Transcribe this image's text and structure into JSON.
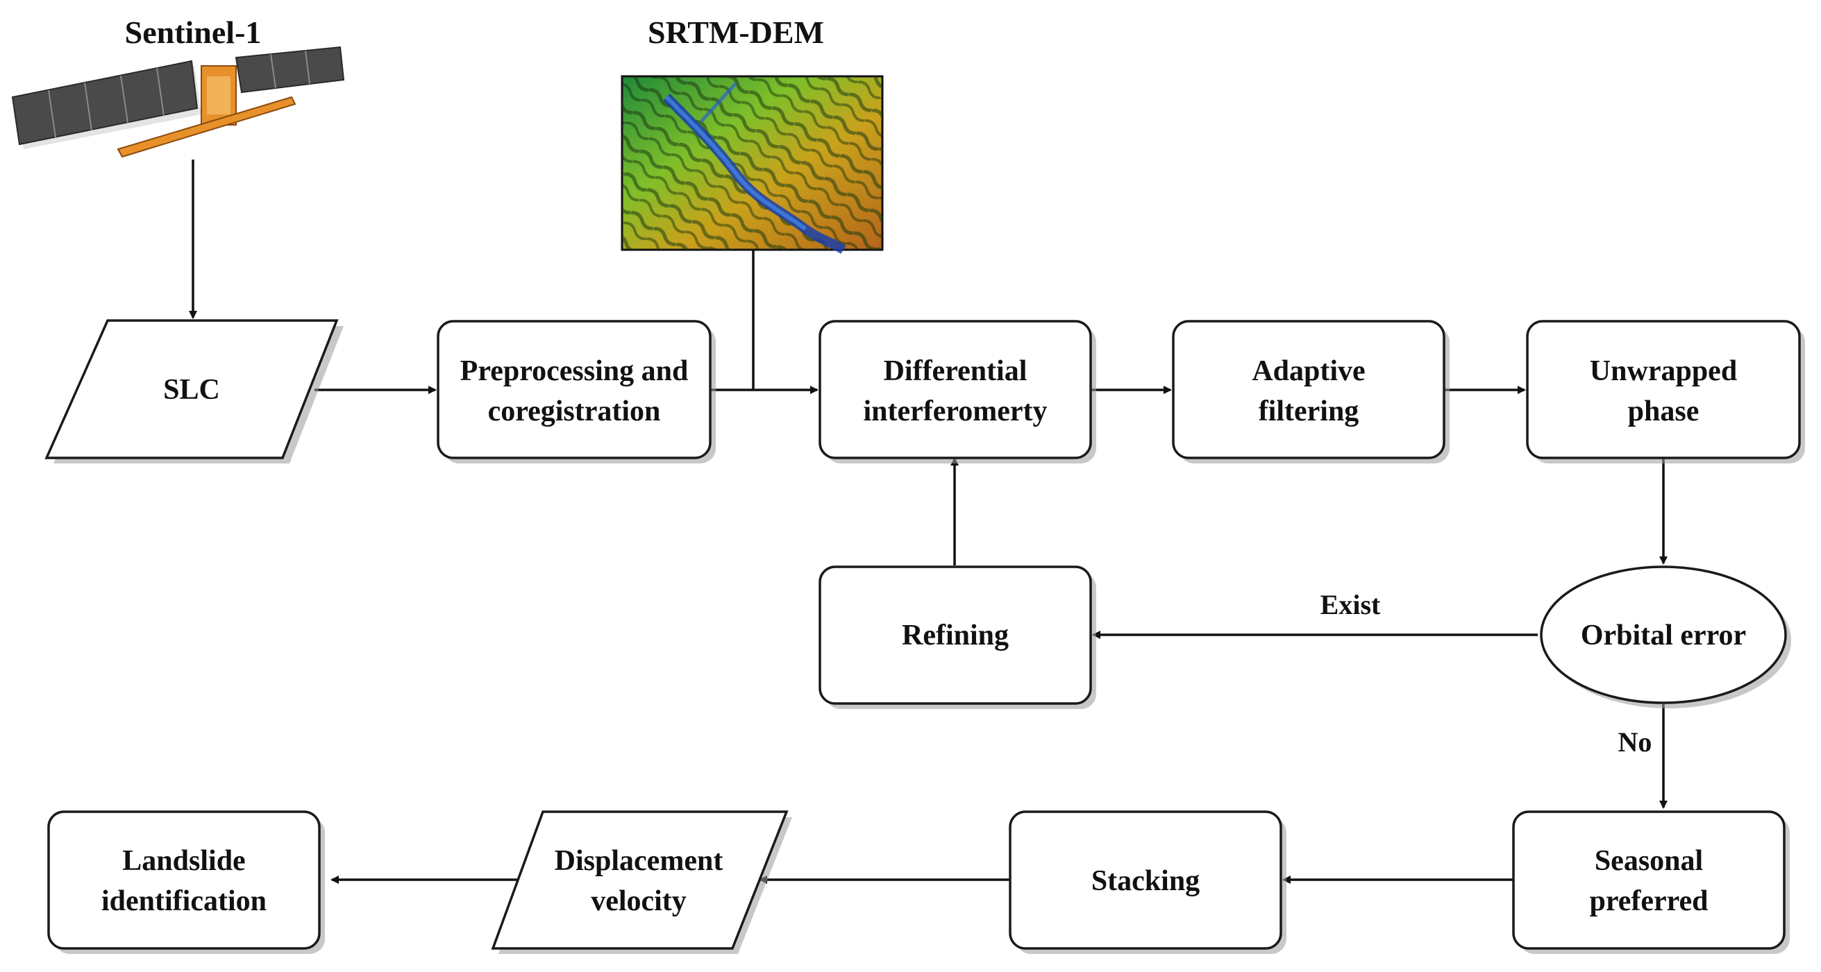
{
  "headers": {
    "satellite": "Sentinel-1",
    "dem": "SRTM-DEM"
  },
  "nodes": {
    "slc": "SLC",
    "preprocessing": [
      "Preprocessing and",
      "coregistration"
    ],
    "differential": [
      "Differential",
      "interferomerty"
    ],
    "adaptive": [
      "Adaptive",
      "filtering"
    ],
    "unwrapped": [
      "Unwrapped",
      "phase"
    ],
    "orbital": "Orbital error",
    "refining": "Refining",
    "seasonal": [
      "Seasonal",
      "preferred"
    ],
    "stacking": "Stacking",
    "displacement": [
      "Displacement",
      "velocity"
    ],
    "landslide": [
      "Landslide",
      "identification"
    ]
  },
  "edges": {
    "exist": "Exist",
    "no": "No"
  },
  "colors": {
    "stroke": "#1a1a1a",
    "solar_panel": "#4a4a4a",
    "satellite_body": "#e8912a",
    "dem_low": "#1a3fa8",
    "dem_mid": "#2fa84a",
    "dem_high": "#d9a020"
  }
}
